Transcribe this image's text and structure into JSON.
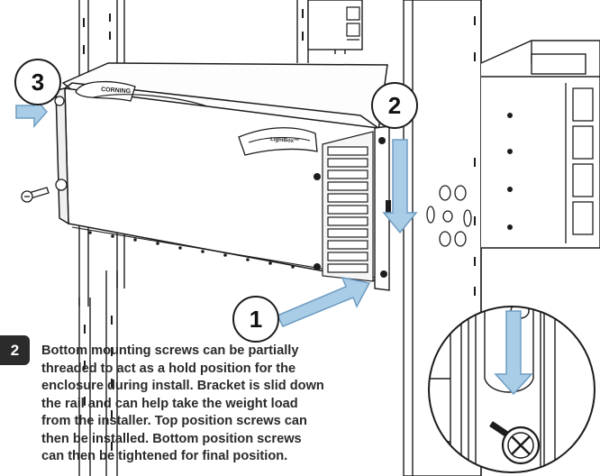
{
  "callouts": [
    {
      "number": "1"
    },
    {
      "number": "2"
    },
    {
      "number": "3"
    }
  ],
  "enclosure": {
    "brand_label": "CORNING",
    "product_label": "LightBox™"
  },
  "step": {
    "number": "2",
    "lines": [
      "Bottom mounting screws can be partially",
      "threaded to act as a hold position for the",
      "enclosure during install. Bracket is slid down",
      "the rail and can help take the weight load",
      "from the installer. Top position screws can",
      "then be installed. Bottom position screws",
      "can then be tightened for final position."
    ]
  },
  "colors": {
    "arrow_fill": "#a9cde6",
    "arrow_stroke": "#6d9cc2",
    "line": "#1c1c1c"
  },
  "icons": [
    "slide-arrow",
    "down-arrow",
    "push-arrow",
    "screw",
    "detail-magnifier"
  ]
}
